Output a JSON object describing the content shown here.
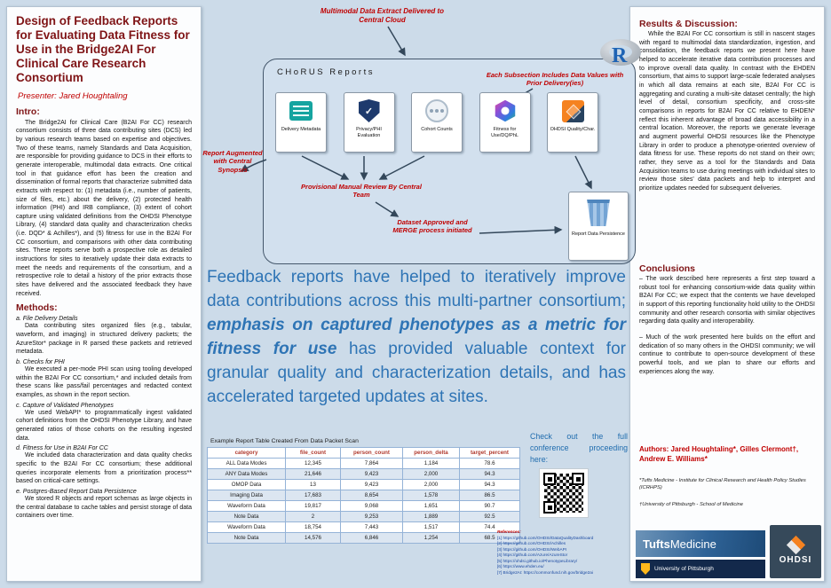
{
  "colors": {
    "heading_red": "#7f1416",
    "accent_red": "#c00000",
    "statement_blue": "#2e74b5",
    "table_border_blue": "#95b3d7",
    "row_alt_blue": "#dce6f1",
    "ohdsi_orange": "#f58220",
    "pitt_navy": "#13294b",
    "tufts_blue": "#2f6397",
    "background": "#ccdbe9"
  },
  "left": {
    "title": "Design of Feedback Reports for Evaluating Data Fitness for Use in the Bridge2AI For Clinical Care Research Consortium",
    "presenter": "Presenter: Jared Houghtaling",
    "intro_heading": "Intro:",
    "intro_text": "The Bridge2AI for Clinical Care (B2AI For CC) research consortium consists of three data contributing sites (DCS) led by various research teams based on expertise and objectives. Two of these teams, namely Standards and Data Acquisition, are responsible for providing guidance to DCS in their efforts to generate interoperable, multimodal data extracts. One critical tool in that guidance effort has been the creation and dissemination of formal reports that characterize submitted data extracts with respect to: (1) metadata (i.e., number of patients, size of files, etc.) about the delivery, (2) protected health information (PHI) and IRB compliance, (3) extent of cohort capture using validated definitions from the OHDSI Phenotype Library, (4) standard data quality and characterization checks (i.e. DQD* & Achilles*), and (5) fitness for use in the B2AI For CC consortium, and comparisons with other data contributing sites. These reports serve both a prospective role as detailed instructions for sites to iteratively update their data extracts to meet the needs and requirements of the consortium, and a retrospective role to detail a history of the prior extracts those sites have delivered and the associated feedback they have received.",
    "methods_heading": "Methods:",
    "methods": [
      {
        "heading": "a. File Delivery Details",
        "text": "Data contributing sites organized files (e.g., tabular, waveform, and imaging) in structured delivery packets; the AzureStor* package in R parsed these packets and retrieved metadata."
      },
      {
        "heading": "b. Checks for PHI",
        "text": "We executed a per-mode PHI scan using tooling developed within the B2AI For CC consortium,* and included details from these scans like pass/fail percentages and redacted context examples, as shown in the report section."
      },
      {
        "heading": "c. Capture of Validated Phenotypes",
        "text": "We used WebAPI* to programmatically ingest validated cohort definitions from the OHDSI Phenotype Library, and have generated ratios of those cohorts on the resulting ingested data."
      },
      {
        "heading": "d. Fitness for Use in B2AI For CC",
        "text": "We included data characterization and data quality checks specific to the B2AI For CC consortium; these additional queries incorporate elements from a prioritization process** based on critical-care settings."
      },
      {
        "heading": "e. Postgres-Based Report Data Persistence",
        "text": "We stored R objects and report schemas as large objects in the central database to cache tables and persist storage of data containers over time."
      }
    ]
  },
  "diagram": {
    "top_annotation": "Multimodal Data Extract Delivered to Central Cloud",
    "container_title": "CHoRUS Reports",
    "right_annotation": "Each Subsection Includes Data Values with Prior Delivery(ies)",
    "left_annotation": "Report Augmented with Central Synopsis",
    "center_annotation": "Provisional Manual Review By Central Team",
    "bottom_annotation": "Dataset Approved and MERGE process initiated",
    "r_logo": "R",
    "boxes": [
      {
        "label": "Delivery Metadata",
        "icon": "list-icon"
      },
      {
        "label": "Privacy/PHI Evaluation",
        "icon": "shield-check-icon"
      },
      {
        "label": "Cohort Counts",
        "icon": "cohort-circle-icon"
      },
      {
        "label": "Fitness for Use/DQ/PhL",
        "icon": "hexagon-icon"
      },
      {
        "label": "OHDSI Quality/Char.",
        "icon": "ohdsi-icon"
      }
    ],
    "shield_check": "✓",
    "persistence_label": "Report Data Persistence"
  },
  "statement": {
    "part1": "Feedback reports have helped to iteratively improve data contributions across this multi-partner consortium; ",
    "part2": "emphasis on captured phenotypes as a metric for fitness for use",
    "part3": " has provided valuable context for granular quality and characterization details, and has accelerated targeted updates at sites."
  },
  "table": {
    "title": "Example Report Table Created From Data Packet Scan",
    "headers": [
      "category",
      "file_count",
      "person_count",
      "person_delta",
      "target_percent"
    ],
    "rows": [
      [
        "ALL Data Modes",
        "12,345",
        "7,864",
        "1,184",
        "78.6"
      ],
      [
        "ANY Data Modes",
        "21,646",
        "9,423",
        "2,000",
        "94.3"
      ],
      [
        "OMOP Data",
        "13",
        "9,423",
        "2,000",
        "94.3"
      ],
      [
        "Imaging Data",
        "17,683",
        "8,654",
        "1,578",
        "86.5"
      ],
      [
        "Waveform Data",
        "19,817",
        "9,068",
        "1,651",
        "90.7"
      ],
      [
        "Note Data",
        "2",
        "9,253",
        "1,889",
        "92.5"
      ],
      [
        "Waveform Data",
        "18,754",
        "7,443",
        "1,517",
        "74.4"
      ],
      [
        "Note Data",
        "14,576",
        "6,846",
        "1,254",
        "68.5"
      ]
    ]
  },
  "qr": {
    "note": "Check out the full conference proceeding here:"
  },
  "references": {
    "heading": "References:",
    "items": [
      "[1] https://github.com/OHDSI/DataQualityDashboard",
      "[2] https://github.com/OHDSI/Achilles",
      "[3] https://github.com/OHDSI/WebAPI",
      "[4] https://github.com/Azure/AzureStor",
      "[5] https://ohdsi.github.io/PhenotypeLibrary/",
      "[6] https://www.ehden.eu/",
      "[7] Bridge2AI: https://commonfund.nih.gov/bridge2ai"
    ]
  },
  "right": {
    "results_heading": "Results & Discussion:",
    "results_text": "While the B2AI For CC consortium is still in nascent stages with regard to multimodal data standardization, ingestion, and consolidation, the feedback reports we present here have helped to accelerate iterative data contribution processes and to improve overall data quality. In contrast with the EHDEN consortium, that aims to support large-scale federated analyses in which all data remains at each site, B2AI For CC is aggregating and curating a multi-site dataset centrally; the high level of detail, consortium specificity, and cross-site comparisons in reports for B2AI For CC relative to EHDEN* reflect this inherent advantage of broad data accessibility in a central location. Moreover, the reports we generate leverage and augment powerful OHDSI resources like the Phenotype Library in order to produce a phenotype-oriented overview of data fitness for use. These reports do not stand on their own; rather, they serve as a tool for the Standards and Data Acquisition teams to use during meetings with individual sites to review those sites' data packets and help to interpret and prioritize updates needed for subsequent deliveries.",
    "conclusions_heading": "Conclusions",
    "conclusions": [
      "– The work described here represents a first step toward a robust tool for enhancing consortium-wide data quality within B2AI For CC; we expect that the contents we have developed in support of this reporting functionality hold utility to the OHDSI community and other research consortia with similar objectives regarding data quality and interoperability.",
      "– Much of the work presented here builds on the effort and dedication of so many others in the OHDSI community; we will continue to contribute to open-source development of these powerful tools, and we plan to share our efforts and experiences along the way."
    ],
    "authors": "Authors: Jared Houghtaling*, Gilles Clermont†, Andrew E. Williams*",
    "affiliation1": "*Tufts Medicine - Institute for Clinical Research and Health Policy Studies (ICRHPS)",
    "affiliation2": "†University of Pittsburgh - School of Medicine",
    "logos": {
      "tufts_bold": "Tufts",
      "tufts_light": "Medicine",
      "pitt": "University of Pittsburgh",
      "ohdsi": "OHDSI"
    }
  }
}
